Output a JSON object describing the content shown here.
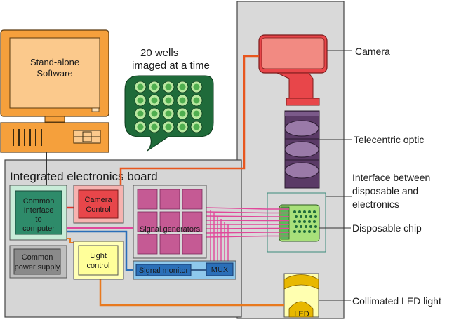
{
  "computer": {
    "screen_line1": "Stand-alone",
    "screen_line2": "Software"
  },
  "bubble": {
    "line1": "20 wells",
    "line2": "imaged at a time"
  },
  "board": {
    "title": "Integrated electronics board"
  },
  "blocks": {
    "common_interface": [
      "Common",
      "Interface",
      "to",
      "computer"
    ],
    "camera_control": [
      "Camera",
      "Control"
    ],
    "signal_generators": "Signal generators",
    "power_supply": [
      "Common",
      "power supply"
    ],
    "light_control": [
      "Light",
      "control"
    ],
    "signal_monitor": "Signal monitor",
    "mux": "MUX",
    "led": "LED"
  },
  "callouts": {
    "camera": "Camera",
    "telecentric": "Telecentric optic",
    "interface": [
      "Interface between",
      "disposable and",
      "electronics"
    ],
    "chip": "Disposable chip",
    "led_light": "Collimated LED light"
  },
  "colors": {
    "computer_orange": "#f5a03c",
    "screen": "#fbc98c",
    "bubble_green": "#1f6b3a",
    "well_green": "#8ed27a",
    "board_gray": "#d6d6d6",
    "camera_red": "#e8464a",
    "camera_body": "#f28a82",
    "optic_purple": "#6b4d7a",
    "sig_gen_pink": "#c55a94",
    "trace_pink": "#e0489a",
    "common_iface_green": "#2e8b6a",
    "light_yellow": "#ffff9a",
    "monitor_blue": "#2a6fb8",
    "orange_wire": "#e8791e",
    "chip_green": "#a8e07a"
  }
}
